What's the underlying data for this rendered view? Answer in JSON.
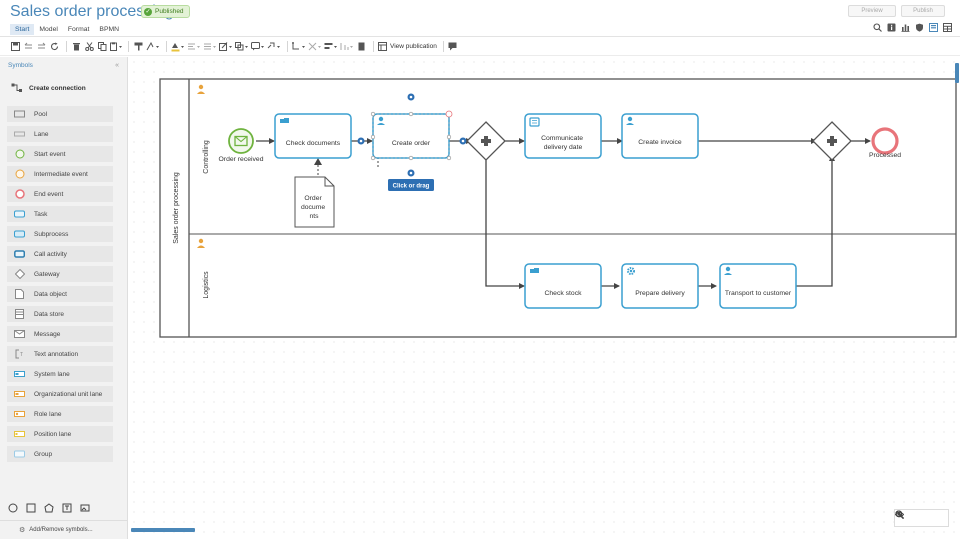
{
  "app": {
    "title": "Sales order processing",
    "status": "Published"
  },
  "menu": {
    "tabs": [
      {
        "label": "Start",
        "active": true
      },
      {
        "label": "Model",
        "active": false
      },
      {
        "label": "Format",
        "active": false
      },
      {
        "label": "BPMN",
        "active": false
      }
    ]
  },
  "header_buttons": {
    "preview": "Preview",
    "publish": "Publish"
  },
  "toolbar": {
    "view_publication": "View publication"
  },
  "sidebar": {
    "title": "Symbols",
    "collapse": "«",
    "create_connection": "Create connection",
    "items": [
      {
        "label": "Pool",
        "icon": "pool-icon"
      },
      {
        "label": "Lane",
        "icon": "lane-icon"
      },
      {
        "label": "Start event",
        "icon": "start-event-icon"
      },
      {
        "label": "Intermediate event",
        "icon": "intermediate-event-icon"
      },
      {
        "label": "End event",
        "icon": "end-event-icon"
      },
      {
        "label": "Task",
        "icon": "task-icon"
      },
      {
        "label": "Subprocess",
        "icon": "subprocess-icon"
      },
      {
        "label": "Call activity",
        "icon": "call-activity-icon"
      },
      {
        "label": "Gateway",
        "icon": "gateway-icon"
      },
      {
        "label": "Data object",
        "icon": "data-object-icon"
      },
      {
        "label": "Data store",
        "icon": "data-store-icon"
      },
      {
        "label": "Message",
        "icon": "message-icon"
      },
      {
        "label": "Text annotation",
        "icon": "text-annotation-icon"
      },
      {
        "label": "System lane",
        "icon": "system-lane-icon"
      },
      {
        "label": "Organizational unit lane",
        "icon": "org-unit-lane-icon"
      },
      {
        "label": "Role lane",
        "icon": "role-lane-icon"
      },
      {
        "label": "Position lane",
        "icon": "position-lane-icon"
      },
      {
        "label": "Group",
        "icon": "group-icon"
      }
    ],
    "add_remove": "Add/Remove symbols..."
  },
  "diagram": {
    "pool": "Sales order processing",
    "lanes": [
      "Controlling",
      "Logistics"
    ],
    "start_event": "Order received",
    "tasks": {
      "check_documents": "Check documents",
      "create_order": "Create order",
      "communicate": [
        "Communicate",
        "delivery date"
      ],
      "create_invoice": "Create invoice",
      "check_stock": "Check stock",
      "prepare_delivery": "Prepare delivery",
      "transport": "Transport to customer"
    },
    "data_object": [
      "Order",
      "docume",
      "nts"
    ],
    "end_event": "Processed",
    "tooltip": "Click or drag"
  },
  "colors": {
    "accent": "#4a87b8",
    "task_border": "#3a9fd0",
    "start_event": "#6fb33f",
    "end_event": "#e8747a",
    "tooltip": "#2d6fb3",
    "role": "#e8a33c"
  }
}
